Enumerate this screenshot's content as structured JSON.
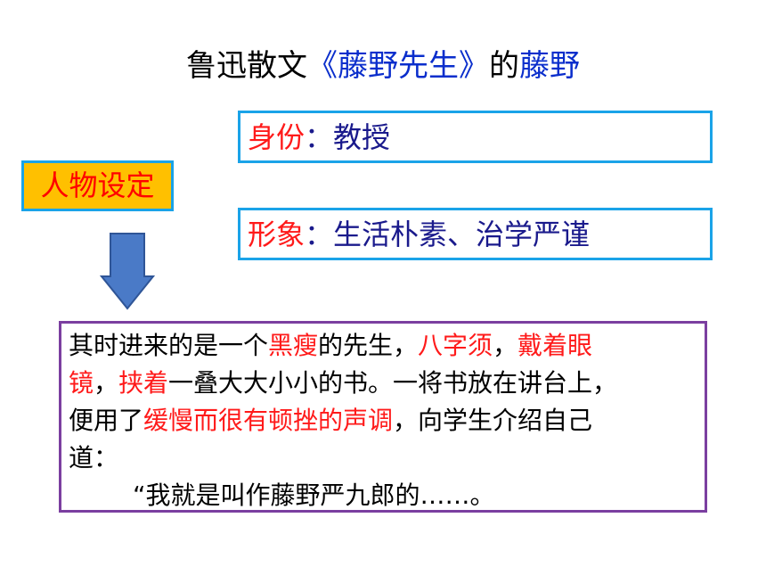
{
  "title": {
    "part1": "鲁迅散文",
    "part2": "《藤野先生》",
    "part3": "的",
    "part4": "藤野"
  },
  "identity": {
    "label": "身份",
    "sep": "：",
    "value": "教授"
  },
  "setting_badge": "人物设定",
  "image": {
    "label": "形象",
    "sep": "：",
    "value": "生活朴素、治学严谨"
  },
  "quote": {
    "lines": [
      [
        {
          "text": "其时进来的是一个",
          "color": "black"
        },
        {
          "text": "黑瘦",
          "color": "red"
        },
        {
          "text": "的先生，",
          "color": "black"
        },
        {
          "text": "八字须",
          "color": "red"
        },
        {
          "text": "，",
          "color": "black"
        },
        {
          "text": "戴着眼",
          "color": "red"
        }
      ],
      [
        {
          "text": "镜",
          "color": "red"
        },
        {
          "text": "，",
          "color": "black"
        },
        {
          "text": "挟着",
          "color": "red"
        },
        {
          "text": "一叠大大小小的书。一将书放在讲台上，",
          "color": "black"
        }
      ],
      [
        {
          "text": "便用了",
          "color": "black"
        },
        {
          "text": "缓慢而很有顿挫的声调",
          "color": "red"
        },
        {
          "text": "，向学生介绍自己",
          "color": "black"
        }
      ],
      [
        {
          "text": "道：",
          "color": "black"
        }
      ],
      [
        {
          "text": "“我就是叫作藤野严九郎的……。",
          "color": "black"
        }
      ]
    ]
  },
  "colors": {
    "title_blue": "#0a2ecc",
    "label_red": "#ff1a1a",
    "value_navy": "#1a1a8c",
    "box_border": "#1aa3e8",
    "badge_fill": "#ffc000",
    "arrow_fill": "#4a7ac7",
    "quote_border": "#7b3fa0"
  },
  "icons": {
    "arrow": "down-arrow-icon"
  }
}
